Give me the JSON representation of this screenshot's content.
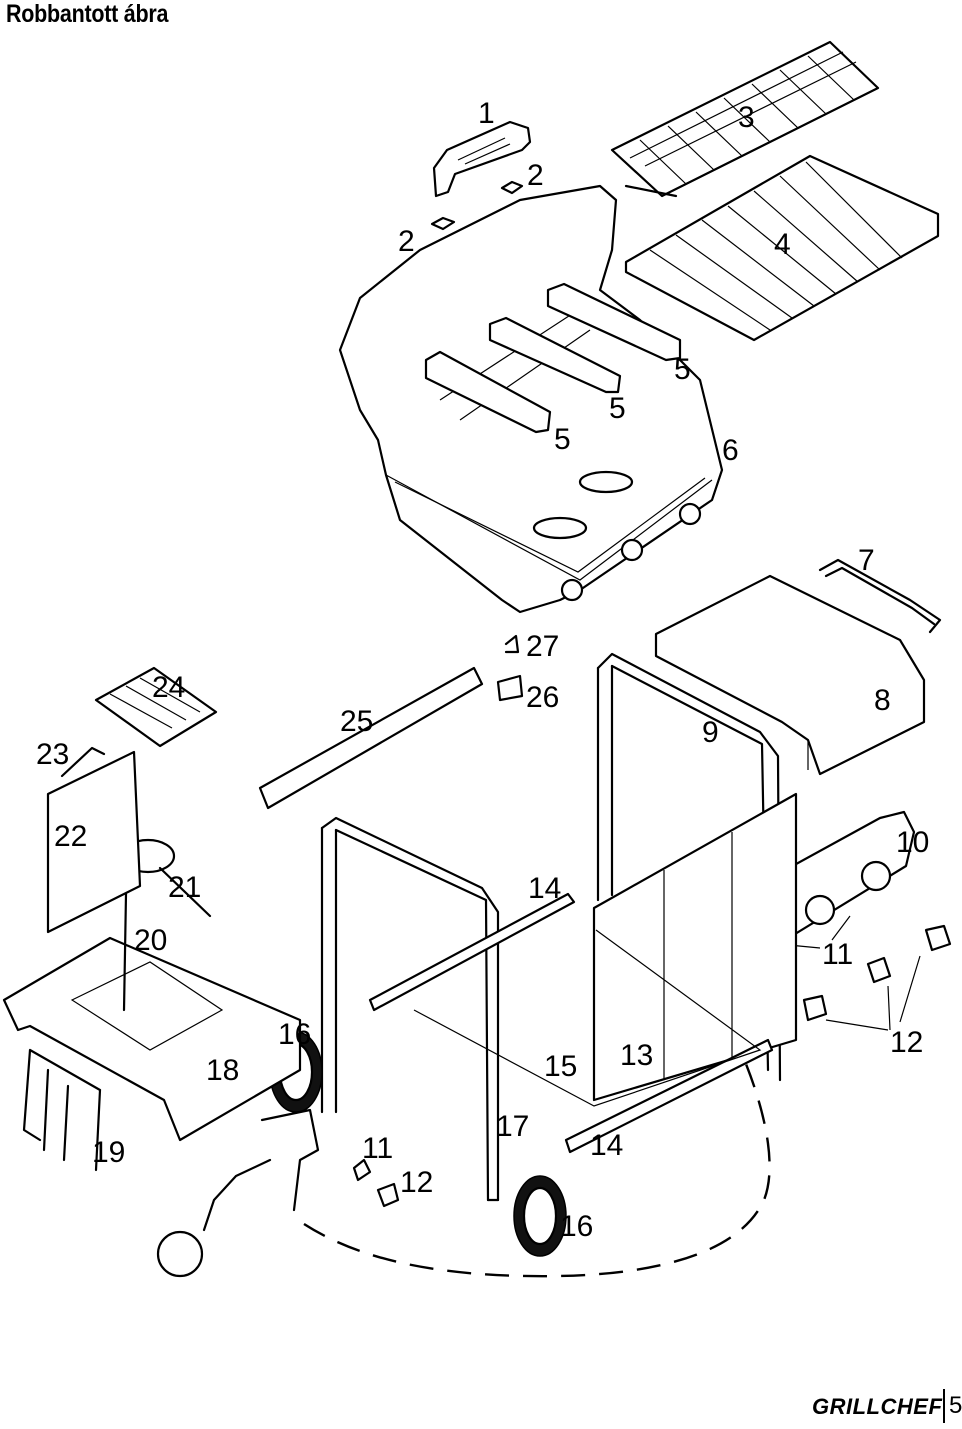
{
  "title": "Robbantott ábra",
  "footer": {
    "brand": "GRILLCHEF",
    "page": "5"
  },
  "callouts": [
    {
      "id": "c1",
      "label": "1"
    },
    {
      "id": "c2a",
      "label": "2"
    },
    {
      "id": "c2b",
      "label": "2"
    },
    {
      "id": "c3",
      "label": "3"
    },
    {
      "id": "c4",
      "label": "4"
    },
    {
      "id": "c5a",
      "label": "5"
    },
    {
      "id": "c5b",
      "label": "5"
    },
    {
      "id": "c5c",
      "label": "5"
    },
    {
      "id": "c6",
      "label": "6"
    },
    {
      "id": "c7",
      "label": "7"
    },
    {
      "id": "c8",
      "label": "8"
    },
    {
      "id": "c9",
      "label": "9"
    },
    {
      "id": "c10",
      "label": "10"
    },
    {
      "id": "c11a",
      "label": "11"
    },
    {
      "id": "c11b",
      "label": "11"
    },
    {
      "id": "c12a",
      "label": "12"
    },
    {
      "id": "c12b",
      "label": "12"
    },
    {
      "id": "c13",
      "label": "13"
    },
    {
      "id": "c14a",
      "label": "14"
    },
    {
      "id": "c14b",
      "label": "14"
    },
    {
      "id": "c15",
      "label": "15"
    },
    {
      "id": "c16a",
      "label": "16"
    },
    {
      "id": "c16b",
      "label": "16"
    },
    {
      "id": "c17",
      "label": "17"
    },
    {
      "id": "c18",
      "label": "18"
    },
    {
      "id": "c19",
      "label": "19"
    },
    {
      "id": "c20",
      "label": "20"
    },
    {
      "id": "c21",
      "label": "21"
    },
    {
      "id": "c22",
      "label": "22"
    },
    {
      "id": "c23",
      "label": "23"
    },
    {
      "id": "c24",
      "label": "24"
    },
    {
      "id": "c25",
      "label": "25"
    },
    {
      "id": "c26",
      "label": "26"
    },
    {
      "id": "c27",
      "label": "27"
    }
  ]
}
